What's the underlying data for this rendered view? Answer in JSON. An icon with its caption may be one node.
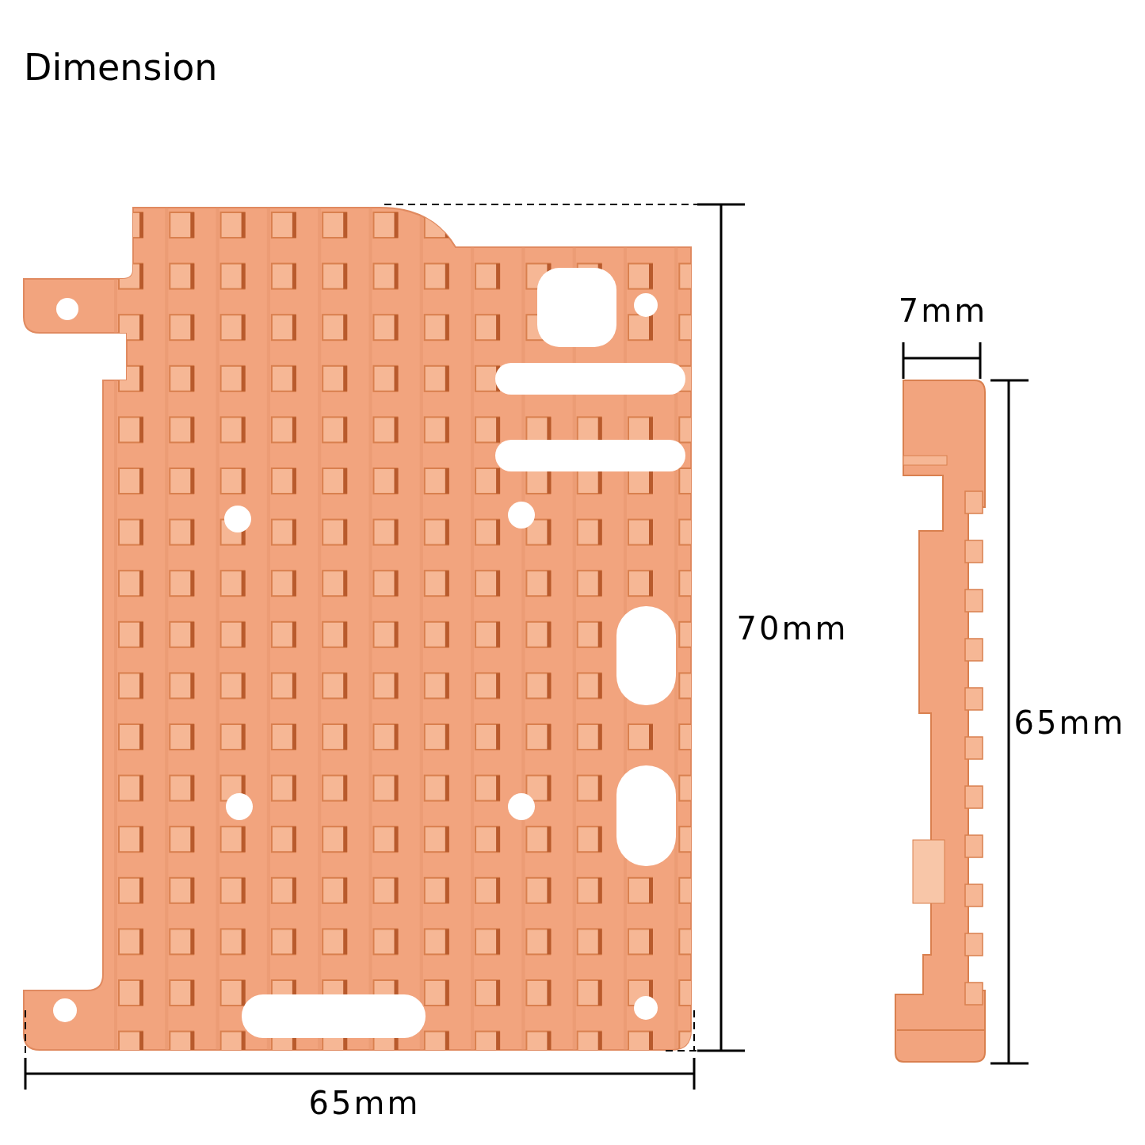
{
  "diagram": {
    "title": "Dimension",
    "labels": [
      "7mm",
      "70mm",
      "65mm",
      "65mm"
    ]
  }
}
